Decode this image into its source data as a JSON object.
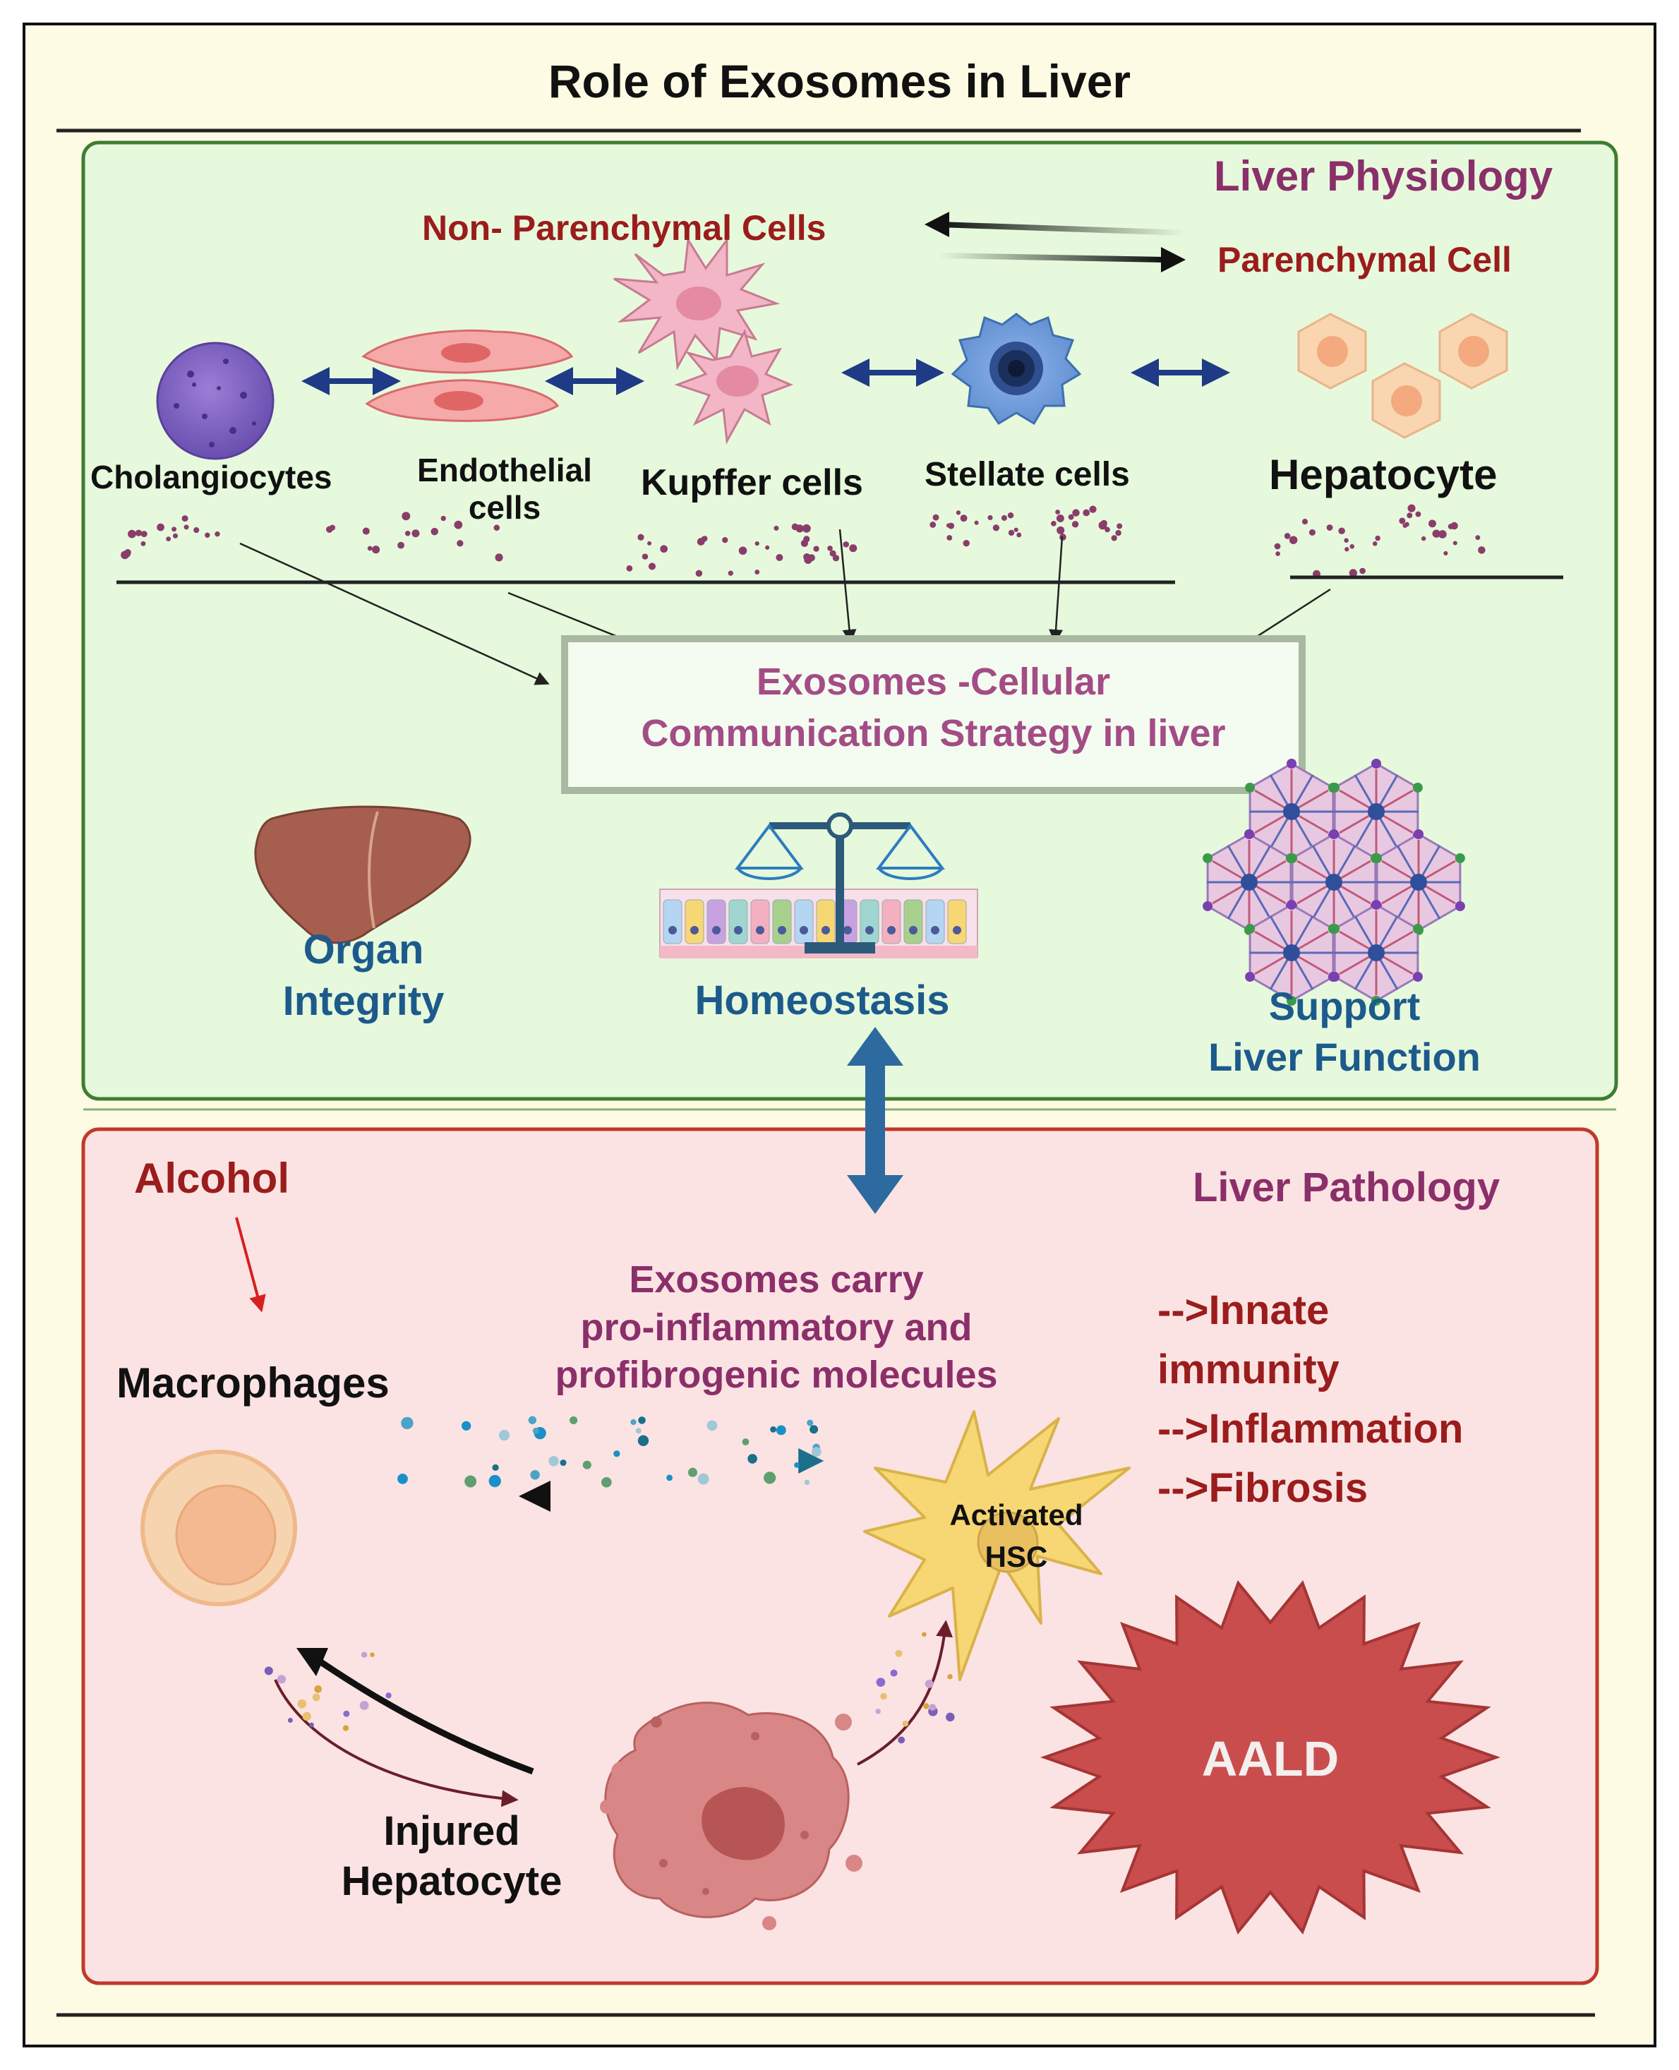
{
  "title": "Role of Exosomes in Liver",
  "physiology": {
    "section_label": "Liver Physiology",
    "non_parenchymal_label": "Non- Parenchymal Cells",
    "parenchymal_label": "Parenchymal Cell",
    "cells": {
      "cholangiocytes": "Cholangiocytes",
      "endothelial": "Endothelial\ncells",
      "kupffer": "Kupffer cells",
      "stellate": "Stellate cells",
      "hepatocyte": "Hepatocyte"
    },
    "center_box": "Exosomes -Cellular\nCommunication Strategy in liver",
    "outcomes": {
      "organ_integrity": "Organ\nIntegrity",
      "homeostasis": "Homeostasis",
      "support_liver_function": "Support\nLiver Function"
    }
  },
  "pathology": {
    "section_label": "Liver Pathology",
    "alcohol": "Alcohol",
    "macrophages": "Macrophages",
    "exosomes_carry": "Exosomes carry\npro-inflammatory and\nprofibrogenic molecules",
    "effects": "-->Innate\nimmunity\n-->Inflammation\n-->Fibrosis",
    "activated_hsc": "Activated\nHSC",
    "injured_hepatocyte": "Injured\nHepatocyte",
    "disease_badge": "AALD"
  },
  "colors": {
    "outer_background": "#fdfbe3",
    "physiology_background": "#e6f9dc",
    "physiology_border": "#3e7d32",
    "pathology_background": "#fbe3e3",
    "pathology_border": "#c0392b",
    "section_label_purple": "#8b2f6b",
    "cell_group_red": "#9b1c1c",
    "outcome_blue": "#1d5a8c",
    "dark_arrow": "#1f3a86",
    "aald_red": "#c94d4d"
  }
}
